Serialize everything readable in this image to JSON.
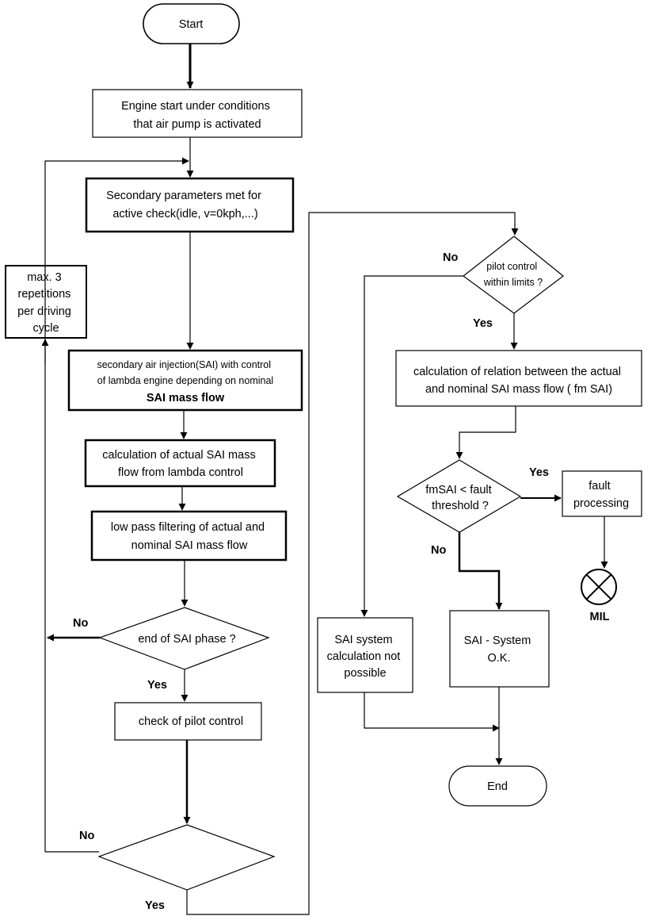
{
  "flowchart": {
    "start": "Start",
    "engine_start": [
      "Engine start under conditions",
      "that air pump is activated"
    ],
    "secondary_params": [
      "Secondary parameters met for",
      "active check(idle, v=0kph,...)"
    ],
    "max_repetitions": [
      "max. 3",
      "repetitions",
      "per driving",
      "cycle"
    ],
    "sai_injection": [
      "secondary air injection(SAI) with control",
      "of lambda engine depending on nominal",
      "SAI mass flow"
    ],
    "calc_actual": [
      "calculation of actual SAI mass",
      "flow from lambda control"
    ],
    "low_pass": [
      "low pass filtering of actual and",
      "nominal SAI mass flow"
    ],
    "end_phase": "end of SAI phase ?",
    "check_pilot": "check of pilot control",
    "pilot_limits": [
      "pilot control",
      "within limits ?"
    ],
    "calc_relation": [
      "calculation of relation between the actual",
      "and nominal SAI mass flow ( fm SAI)"
    ],
    "fault_threshold": [
      "fmSAI < fault",
      "threshold ?"
    ],
    "fault_processing": [
      "fault",
      "processing"
    ],
    "mil": "MIL",
    "not_possible": [
      "SAI system",
      "calculation not",
      "possible"
    ],
    "system_ok": [
      "SAI - System",
      "O.K."
    ],
    "end": "End",
    "yes": "Yes",
    "no": "No"
  }
}
